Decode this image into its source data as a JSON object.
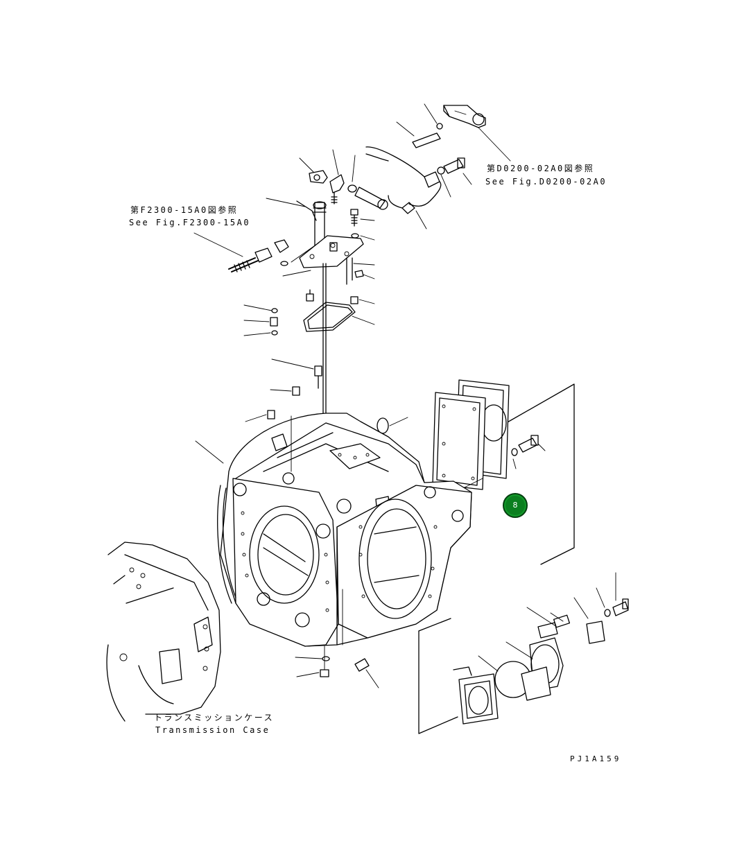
{
  "references": {
    "d0200_jp": "第D0200-02A0図参照",
    "d0200_en": "See Fig.D0200-02A0",
    "f2300_jp": "第F2300-15A0図参照",
    "f2300_en": "See Fig.F2300-15A0"
  },
  "case_label": {
    "jp": "トランスミッションケース",
    "en": "Transmission Case"
  },
  "drawing_code": "PJ1A159",
  "callout": {
    "number": "8",
    "color": "#0b7f1f"
  }
}
